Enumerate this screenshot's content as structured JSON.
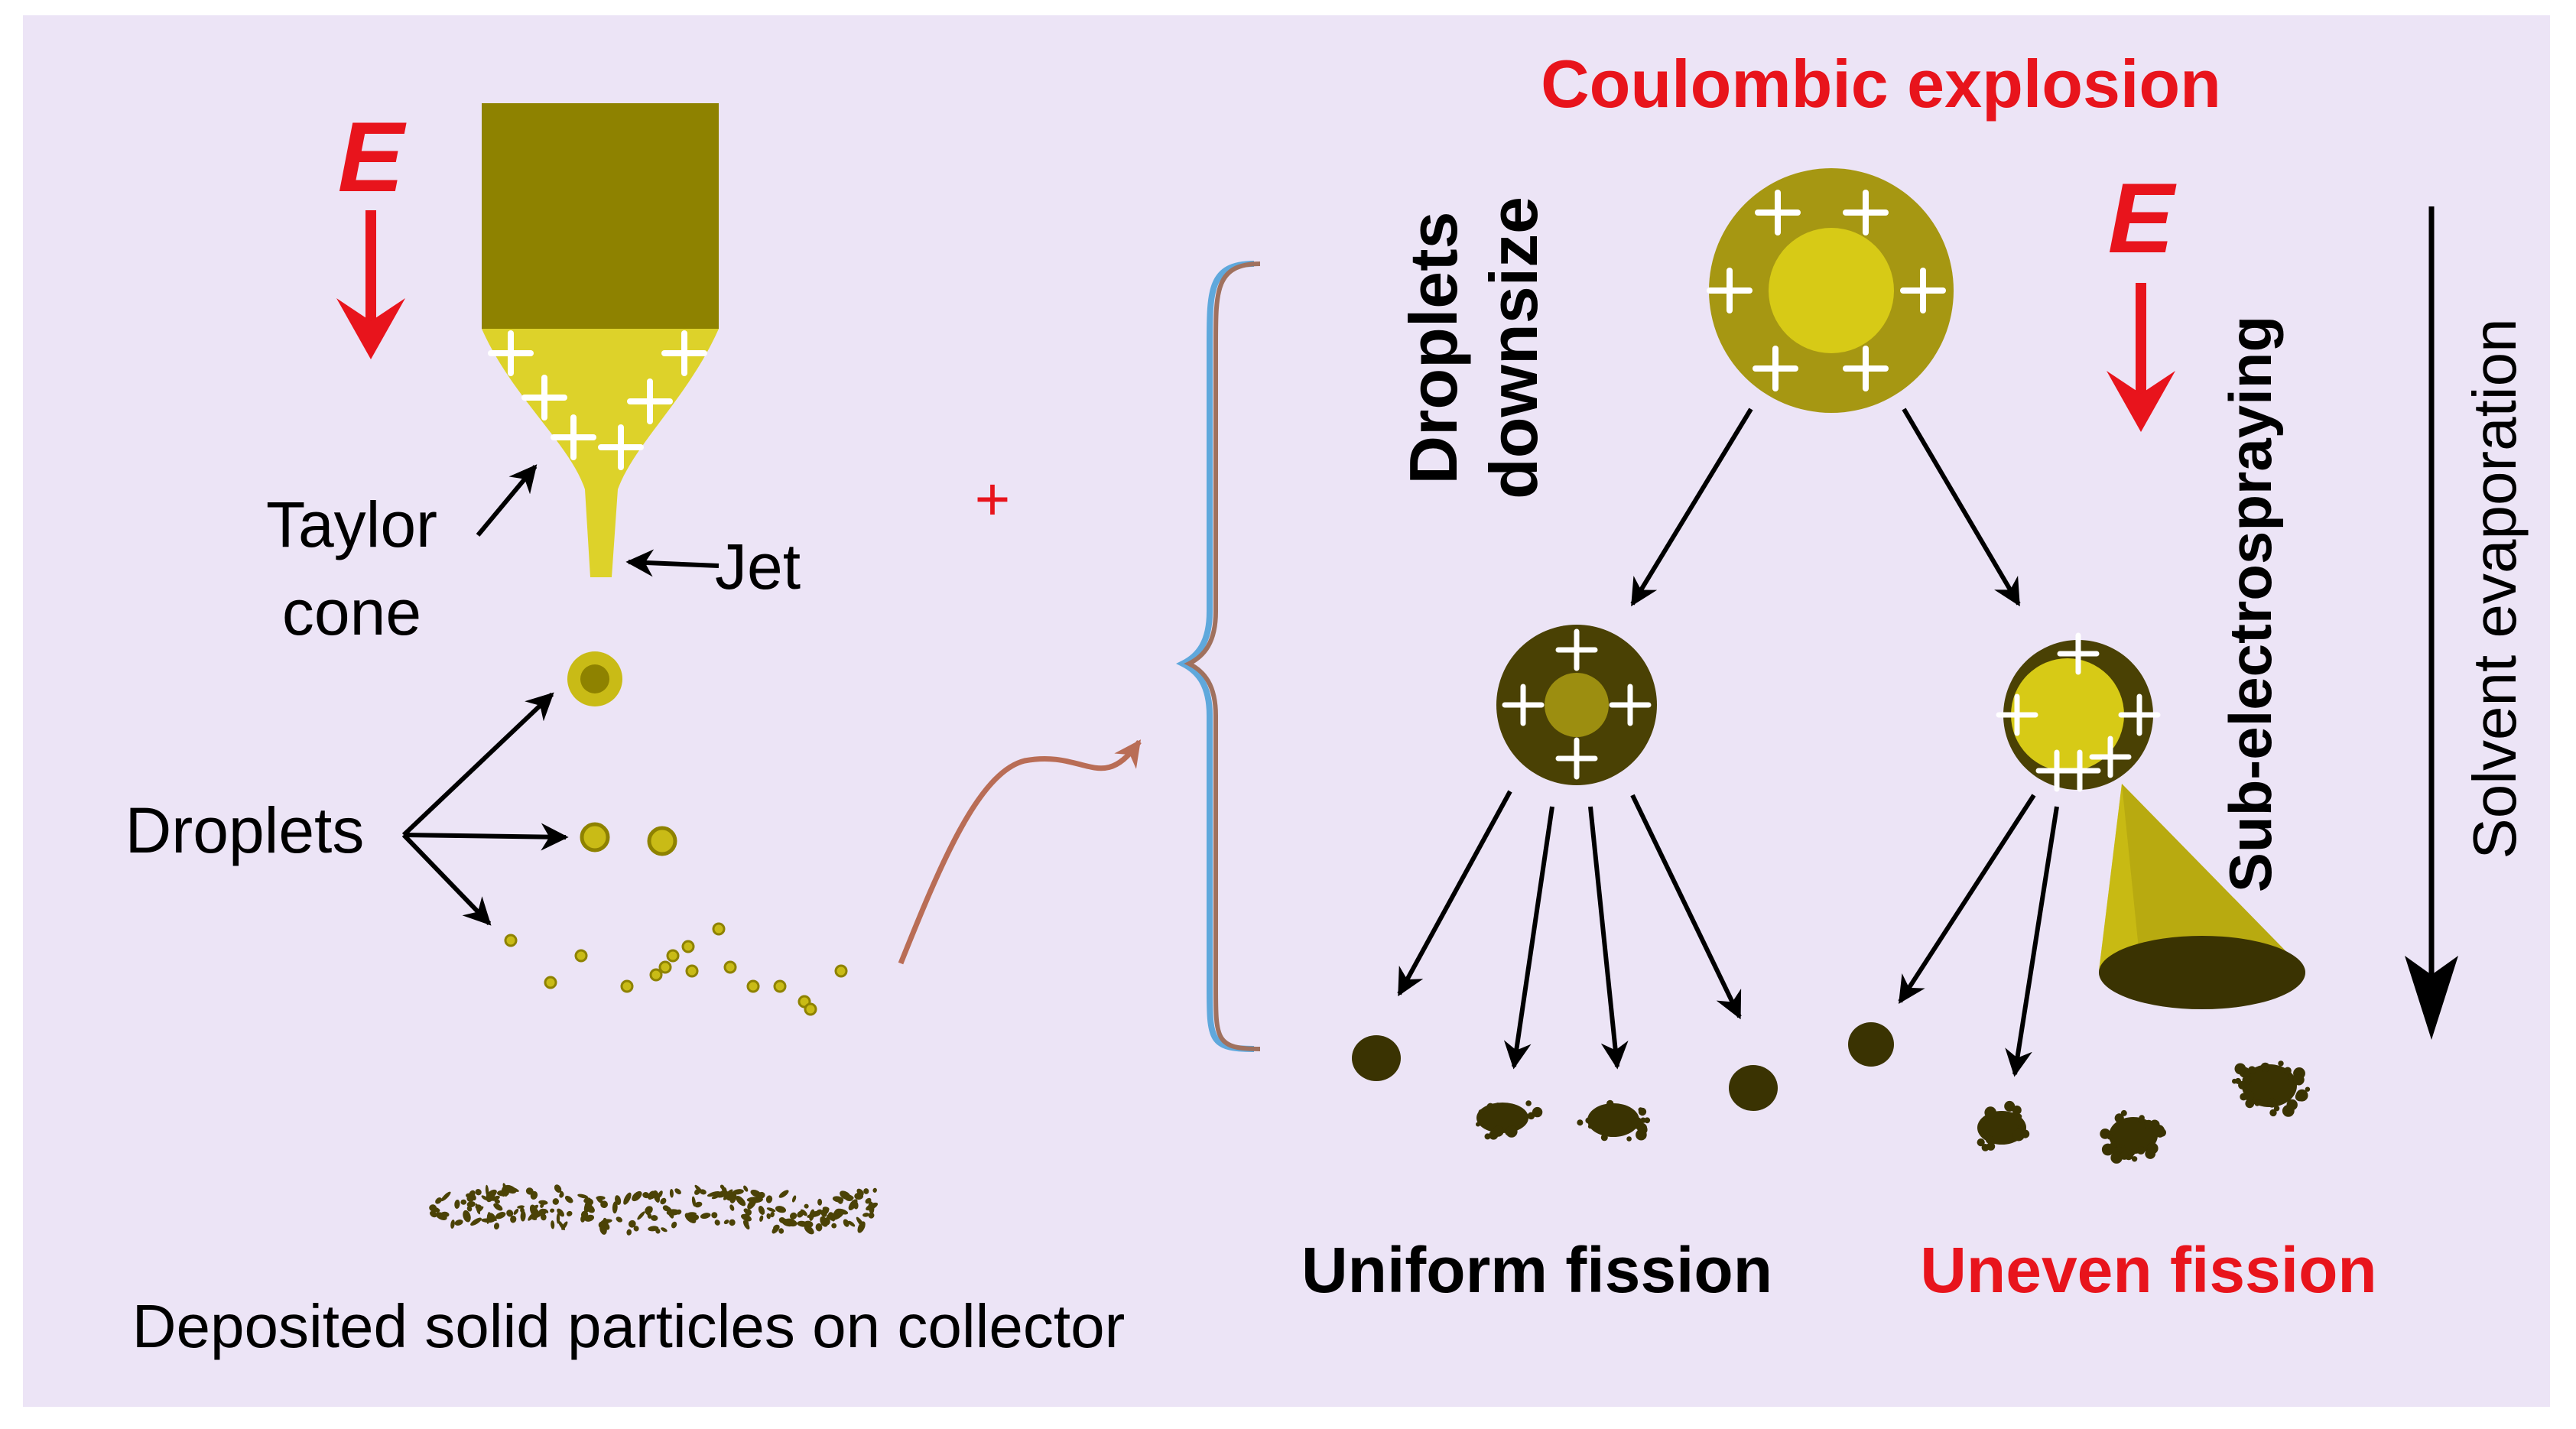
{
  "labels": {
    "field_left": "E",
    "field_right": "E",
    "taylor_line1": "Taylor",
    "taylor_line2": "cone",
    "jet": "Jet",
    "droplets": "Droplets",
    "deposited": "Deposited solid particles on collector",
    "plus_sign": "+",
    "title": "Coulombic explosion",
    "downsize_line1": "Droplets",
    "downsize_line2": "downsize",
    "sub_electrospraying": "Sub-electrospraying",
    "solvent_evaporation": "Solvent evaporation",
    "uniform_fission": "Uniform fission",
    "uneven_fission": "Uneven fission",
    "charge": "+"
  },
  "colors": {
    "background": "#ece4f6",
    "nozzle": "#8e8200",
    "cone": "#ddd22a",
    "droplet": "#c9bb16",
    "droplet_dark": "#8e8200",
    "dark_droplet": "#3a3302",
    "particle": "#4b4206",
    "red": "#e8141c",
    "black": "#000000",
    "white": "#ffffff",
    "bracket_brown": "#a0715e",
    "bracket_blue": "#5fa8dc",
    "squiggle": "#b96d56"
  },
  "icons": [
    "electric-field-arrow-icon",
    "charge-plus-icon",
    "curly-bracket-icon",
    "squiggle-arrow-icon"
  ]
}
